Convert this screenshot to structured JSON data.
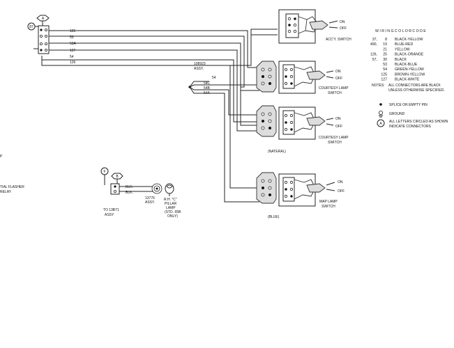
{
  "connector_block": {
    "circle_label": "87",
    "hex_label": "A",
    "wires": [
      "125",
      "53",
      "53A",
      "127",
      "54",
      "126"
    ]
  },
  "relay_assy": {
    "part": "108923",
    "word": "ASSY.",
    "wires": [
      "54",
      "54C",
      "54B",
      "54A"
    ]
  },
  "accy_switch": {
    "name": "ACC'Y. SWITCH",
    "on": "ON",
    "off": "OFF"
  },
  "courtesy_switch_1": {
    "name_1": "COURTESY LAMP",
    "name_2": "SWITCH",
    "on": "ON",
    "off": "OFF"
  },
  "courtesy_switch_2": {
    "name_1": "COURTESY LAMP",
    "name_2": "SWITCH",
    "on": "ON",
    "off": "OFF",
    "note": "(NATERAL)"
  },
  "map_switch": {
    "name_1": "MAP LAMP",
    "name_2": "SWITCH",
    "on": "ON",
    "off": "OFF",
    "note": "(BLUE)"
  },
  "wiring_code": {
    "title": "W I R I N G   C O L O R   C O D E",
    "rows": [
      {
        "num": "37,",
        "code": "8",
        "color": "BLACK-YELLOW"
      },
      {
        "num": "490,",
        "code": "19",
        "color": "BLUE-RED"
      },
      {
        "num": "",
        "code": "21",
        "color": "YELLOW"
      },
      {
        "num": "126,",
        "code": "25",
        "color": "BLACK-ORANGE"
      },
      {
        "num": "57,",
        "code": "30",
        "color": "BLACK"
      },
      {
        "num": "",
        "code": "53",
        "color": "BLACK-BLUE"
      },
      {
        "num": "",
        "code": "54",
        "color": "GREEN-YELLOW"
      },
      {
        "num": "",
        "code": "125",
        "color": "BROWN-YELLOW"
      },
      {
        "num": "",
        "code": "127",
        "color": "BLACK-WHITE"
      }
    ]
  },
  "notes": {
    "label": "NOTES:",
    "line_1": "ALL CONNECTORS ARE BLACK",
    "line_2": "UNLESS OTHERWISE SPECIFIED."
  },
  "legend": {
    "splice": "SPLICE OR EMPTY PIN",
    "ground": "GROUND",
    "letter_symbol": "A",
    "letters_1": "ALL LETTERS CIRCLED AS SHOWN",
    "letters_2": "INDICATE CONNECTORS"
  },
  "left_cut": {
    "line_1": "P",
    "line_2": "TIAL FLASHER",
    "line_3": "RELAY"
  },
  "pillar": {
    "circle_label": "F",
    "hex_label": "B",
    "wire_1": "BLK.",
    "wire_2": "BLK.",
    "to_1": "TO 13B71",
    "to_2": "ASSY",
    "part_1": "13776",
    "part_2": "ASSY.",
    "lamp_1": "R.H. \"C\"",
    "lamp_2": "PILLAR",
    "lamp_3": "LAMP",
    "lamp_4": "(STD. 65B",
    "lamp_5": "ONLY)"
  }
}
